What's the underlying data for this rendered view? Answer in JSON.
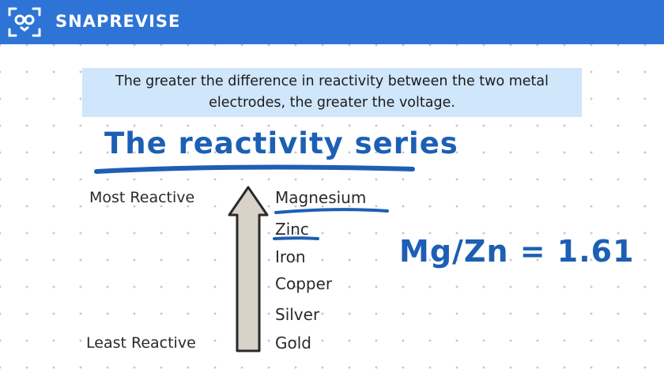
{
  "header": {
    "brand": "SNAPREVISE",
    "icon": "snaprevise-logo-icon",
    "background": "#2e74d6"
  },
  "callout": {
    "text": "The greater the difference in reactivity between the two metal electrodes, the greater the voltage.",
    "background": "#cfe6fb"
  },
  "title": "The reactivity series",
  "labels": {
    "most": "Most Reactive",
    "least": "Least Reactive"
  },
  "metals": [
    "Magnesium",
    "Zinc",
    "Iron",
    "Copper",
    "Silver",
    "Gold"
  ],
  "equation": "Mg/Zn = 1.61",
  "colors": {
    "accent": "#1c5fb4",
    "arrow_fill": "#d8d2c8"
  }
}
